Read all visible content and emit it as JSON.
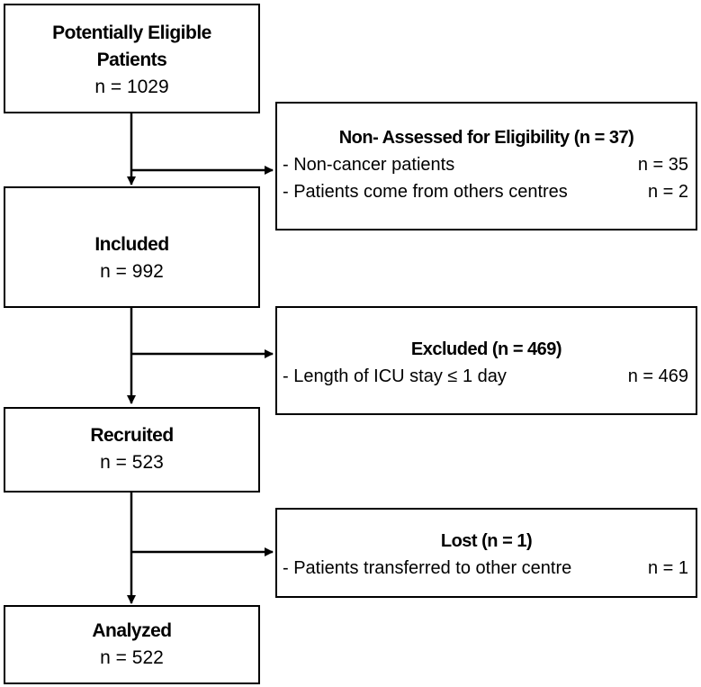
{
  "main_boxes": [
    {
      "title": "Potentially Eligible Patients",
      "count": "n = 1029"
    },
    {
      "title": "Included",
      "count": "n = 992"
    },
    {
      "title": "Recruited",
      "count": "n = 523"
    },
    {
      "title": "Analyzed",
      "count": "n = 522"
    }
  ],
  "side_boxes": [
    {
      "title": "Non- Assessed for Eligibility (n = 37)",
      "items": [
        {
          "label": "- Non-cancer patients",
          "count": "n = 35"
        },
        {
          "label": "- Patients come from others centres",
          "count": "n = 2"
        }
      ]
    },
    {
      "title": "Excluded (n = 469)",
      "items": [
        {
          "label": "- Length of ICU stay ≤ 1 day",
          "count": "n = 469"
        }
      ]
    },
    {
      "title": "Lost (n = 1)",
      "items": [
        {
          "label": "- Patients transferred to other centre",
          "count": "n = 1"
        }
      ]
    }
  ]
}
